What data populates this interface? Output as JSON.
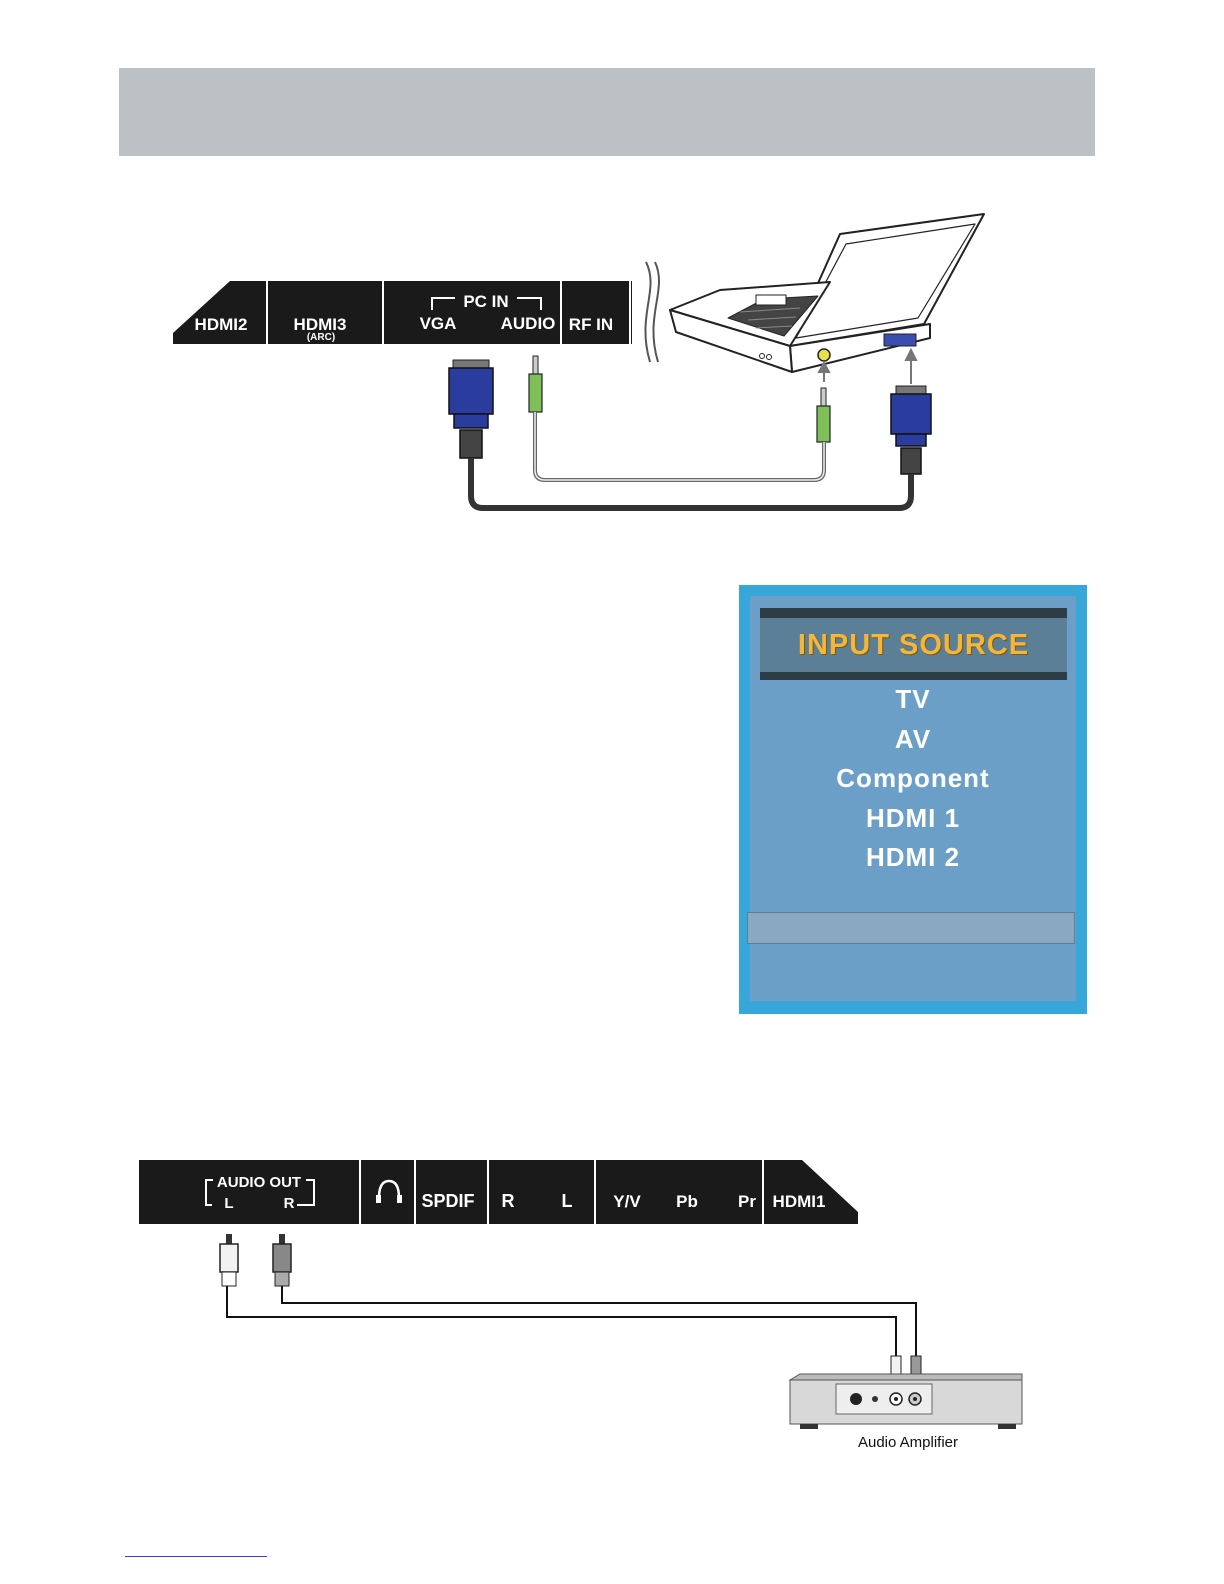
{
  "top_panel": {
    "hdmi2": "HDMI2",
    "hdmi3": "HDMI3",
    "hdmi3_sub": "(ARC)",
    "pc_in": "PC IN",
    "vga": "VGA",
    "audio": "AUDIO",
    "rf_in": "RF IN"
  },
  "input_menu": {
    "title": "INPUT SOURCE",
    "items": [
      "TV",
      "AV",
      "Component",
      "HDMI 1",
      "HDMI 2"
    ]
  },
  "bottom_panel": {
    "audio_out": "AUDIO OUT",
    "l": "L",
    "r": "R",
    "spdif": "SPDIF",
    "r2": "R",
    "l2": "L",
    "yv": "Y/V",
    "pb": "Pb",
    "pr": "Pr",
    "hdmi1": "HDMI1"
  },
  "amplifier": {
    "caption": "Audio Amplifier"
  },
  "colors": {
    "header": "#bcc1c5",
    "panel": "#1a1a1a",
    "vga_blue": "#2a3d9e",
    "audio_green": "#7fbf5a",
    "menu_border": "#37a6d8",
    "menu_bg": "#6b9fc8",
    "menu_title": "#f3b53a"
  }
}
